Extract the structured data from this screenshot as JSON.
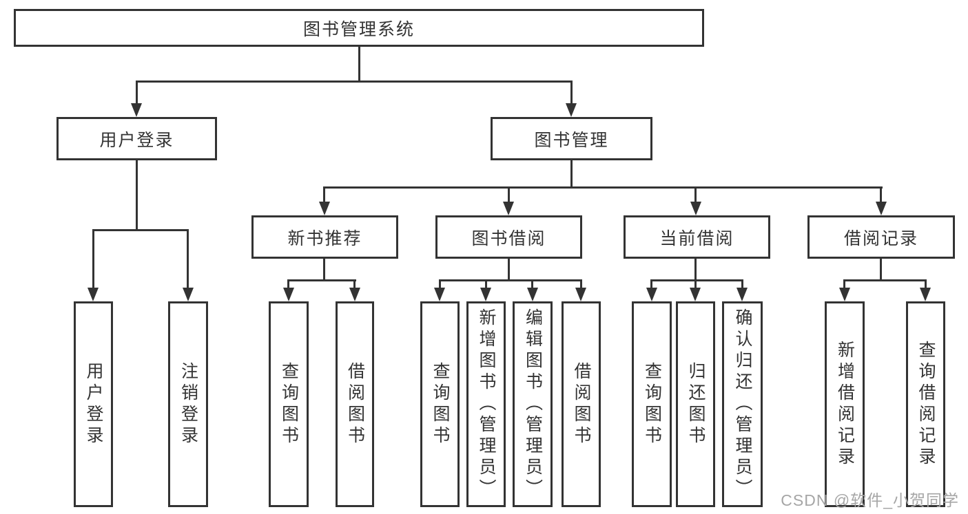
{
  "diagram": {
    "root": {
      "label": "图书管理系统"
    },
    "branches": [
      {
        "label": "用户登录",
        "children": [
          {
            "label": "用户登录"
          },
          {
            "label": "注销登录"
          }
        ]
      },
      {
        "label": "图书管理",
        "children": [
          {
            "label": "新书推荐",
            "children": [
              {
                "label": "查询图书"
              },
              {
                "label": "借阅图书"
              }
            ]
          },
          {
            "label": "图书借阅",
            "children": [
              {
                "label": "查询图书"
              },
              {
                "label": "新增图书（管理员）"
              },
              {
                "label": "编辑图书（管理员）"
              },
              {
                "label": "借阅图书"
              }
            ]
          },
          {
            "label": "当前借阅",
            "children": [
              {
                "label": "查询图书"
              },
              {
                "label": "归还图书"
              },
              {
                "label": "确认归还（管理员）"
              }
            ]
          },
          {
            "label": "借阅记录",
            "children": [
              {
                "label": "新增借阅记录"
              },
              {
                "label": "查询借阅记录"
              }
            ]
          }
        ]
      }
    ]
  },
  "watermark": {
    "text": "CSDN @软件_小贺同学"
  },
  "colors": {
    "line": "#333333",
    "text": "#333333",
    "background": "#ffffff",
    "watermark": "#a6a6a6"
  }
}
